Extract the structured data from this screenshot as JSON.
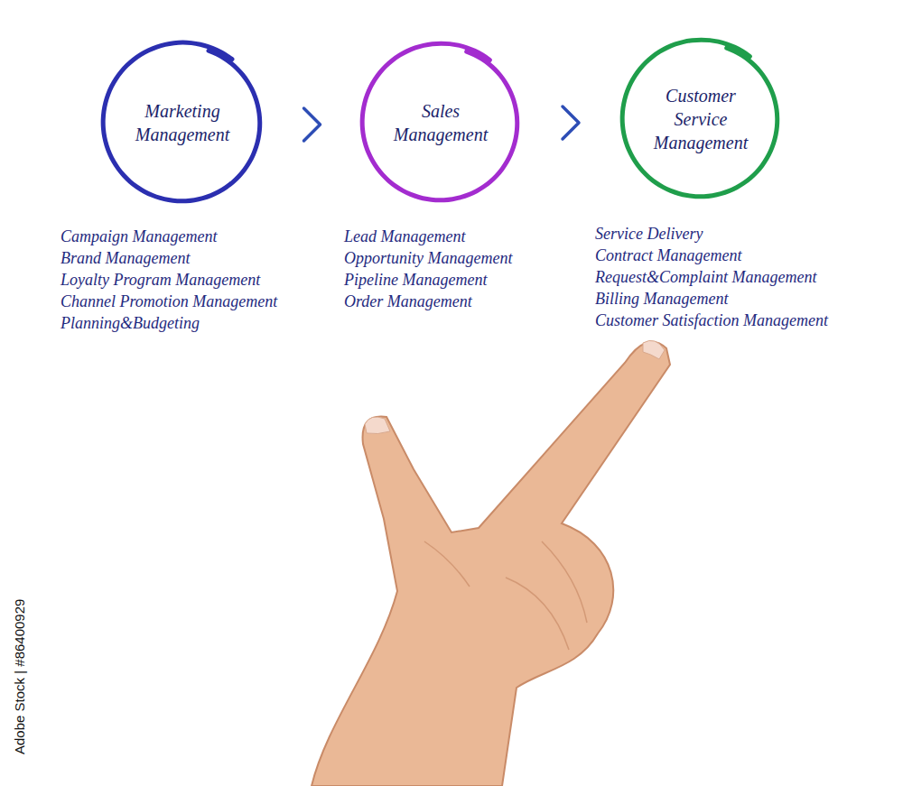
{
  "diagram": {
    "nodes": [
      {
        "text": [
          "Marketing Management",
          "Campaign Management",
          "Brand Management",
          "Loyalty Program Management",
          "Channel Promotion Management",
          "Planning&Budgeting"
        ]
      },
      {
        "text": [
          "Sales Management",
          "Lead Management",
          "Opportunity Management",
          "Pipeline Management",
          "Order Management"
        ]
      },
      {
        "text": [
          "Customer Service Management",
          "Service Delivery",
          "Contract Management",
          "Request&Complaint Management",
          "Billing Management",
          "Customer Satisfaction Management"
        ]
      }
    ],
    "edges": [
      {
        "from": 0,
        "to": 1,
        "arrow": "to"
      },
      {
        "from": 1,
        "to": 2,
        "arrow": "to"
      }
    ],
    "labels": [
      "Adobe Stock | #86400929"
    ]
  }
}
